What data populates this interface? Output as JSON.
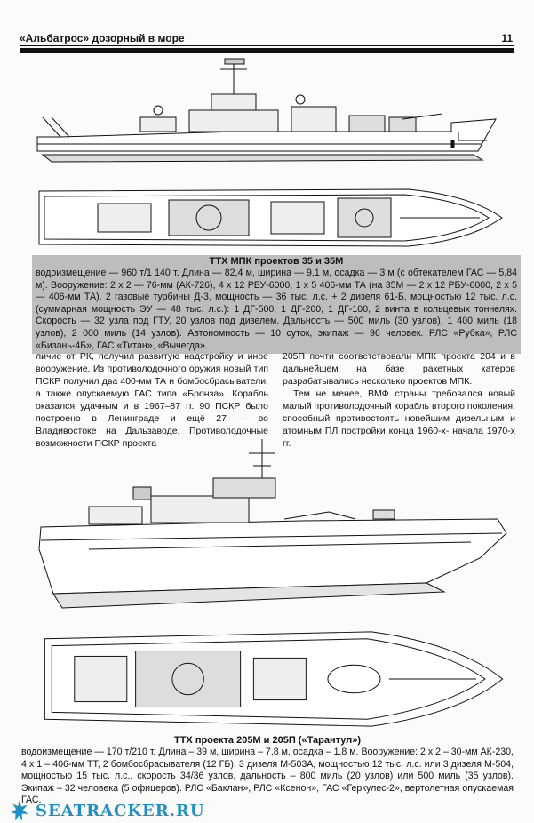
{
  "header": {
    "title": "«Альбатрос» дозорный в море",
    "page_number": "11"
  },
  "spec1": {
    "title": "ТТХ МПК проектов 35 и 35М",
    "text": "водоизмещение — 960 т/1 140 т. Длина — 82,4 м, ширина — 9,1 м, осадка — 3 м (с обтекателем ГАС — 5,84 м). Вооружение: 2 х 2 — 76-мм (АК-726), 4 х 12 РБУ-6000, 1 х 5 406-мм ТА (на 35М — 2 х 12 РБУ-6000, 2 х 5 — 406-мм ТА). 2 газовые турбины Д-3, мощность — 36 тыс. л.с. + 2 дизеля 61-Б, мощностью 12 тыс. л.с. (суммарная мощность ЭУ — 48 тыс. л.с.): 1 ДГ-500, 1 ДГ-200, 1 ДГ-100, 2 винта в кольцевых тоннелях. Скорость — 32 узла под ГТУ, 20 узлов под дизелем. Дальность — 500 миль (30 узлов), 1 400 миль (18 узлов), 2 000 миль (14 узлов). Автономность — 10 суток, экипаж — 96 человек. РЛС «Рубка», РЛС «Бизань-4Б», ГАС «Титан», «Вычегда»."
  },
  "columns": {
    "left": "личие от РК, получил развитую надстройку и иное вооружение. Из противолодочного оружия новый тип ПСКР получил два 400-мм ТА и бомбосбрасыватели, а также опускаемую ГАС типа «Бронза». Корабль оказался удачным и в 1967–87 гг. 90 ПСКР было построено в Ленинграде и ещё 27 — во Владивостоке на Дальзаводе. Противолодочные возможности ПСКР проекта",
    "right_p1": "205П почти соответствовали МПК проекта 204 и в дальнейшем на базе ракетных катеров разрабатывались несколько проектов МПК.",
    "right_p2": "Тем не менее, ВМФ страны требовался новый малый противолодочный корабль второго поколения, способный противостоять новейшим дизельным и атомным ПЛ постройки конца 1960-х- начала 1970-х гг."
  },
  "spec2": {
    "title": "ТТХ проекта 205М и 205П («Тарантул»)",
    "text": "водоизмещение — 170 т/210 т. Длина – 39 м, ширина – 7,8 м, осадка – 1,8 м. Вооружение: 2 х 2 – 30-мм АК-230, 4 х 1 – 406-мм ТТ, 2 бомбосбрасывателя (12 ГБ). 3 дизеля М-503А, мощностью 12 тыс. л.с. или 3 дизеля М-504, мощностью 15 тыс. л.с., скорость 34/36 узлов, дальность – 800 миль (20 узлов) или 500 миль (35 узлов). Экипаж – 32 человека (5 офицеров). РЛС «Баклан», РЛС «Ксенон», ГАС «Геркулес-2», вертолетная опускаемая ГАС."
  },
  "watermark": "SEATRACKER.RU",
  "colors": {
    "spec_bg": "#bdbdbb",
    "watermark": "#1f8fc4"
  }
}
